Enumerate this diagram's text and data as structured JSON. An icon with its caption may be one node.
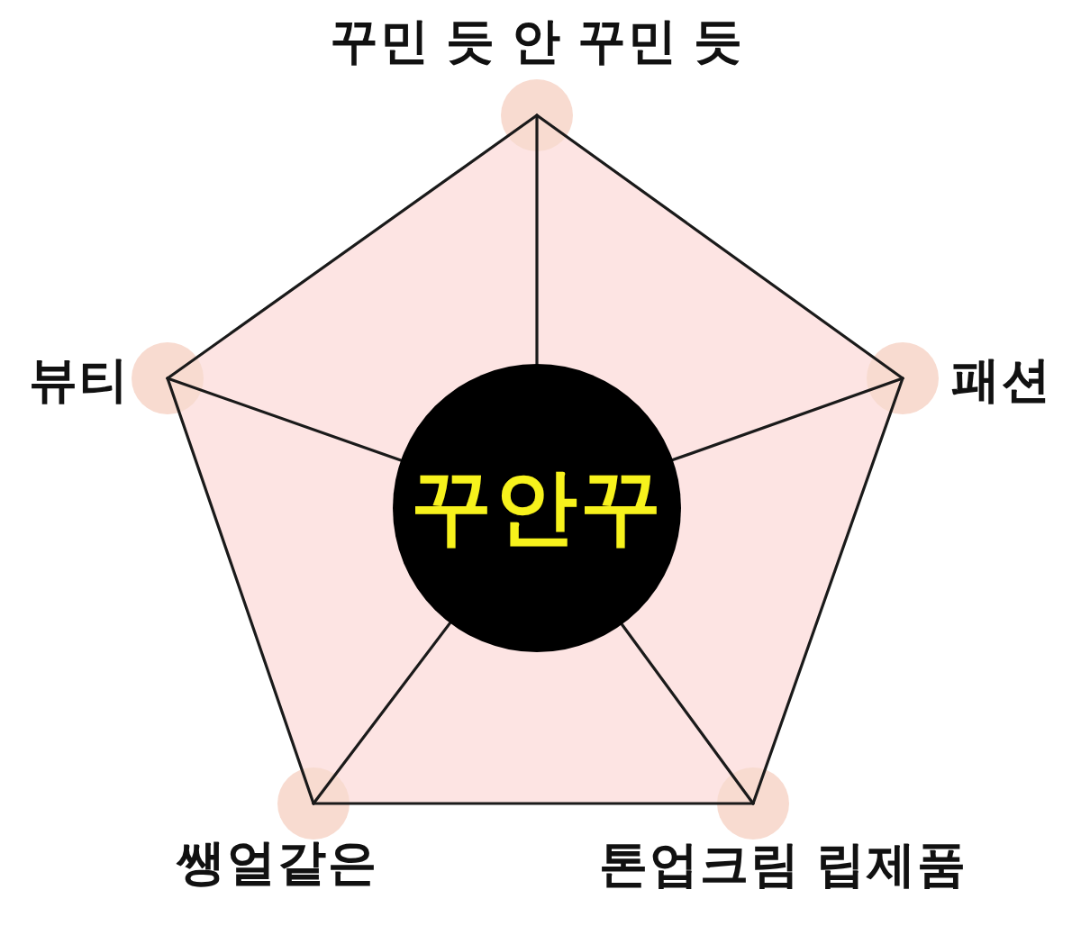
{
  "diagram": {
    "nodes": [
      {
        "text": [],
        "shape": "circle",
        "beside": [
          "꾸민 듯 안 꾸민 듯"
        ]
      },
      {
        "text": [],
        "shape": "circle",
        "beside": [
          "뷰티"
        ]
      },
      {
        "text": [],
        "shape": "circle",
        "beside": [
          "패션"
        ]
      },
      {
        "text": [
          "꾸안꾸"
        ]
      },
      {
        "text": [],
        "shape": "circle",
        "beside": [
          "쌩얼같은"
        ]
      },
      {
        "text": [],
        "shape": "circle",
        "beside": [
          "톤업크림 립제품"
        ]
      }
    ],
    "edges": [
      {
        "from": 3,
        "to": 0,
        "arrow": "none"
      },
      {
        "from": 3,
        "to": 2,
        "arrow": "none"
      },
      {
        "from": 3,
        "to": 5,
        "arrow": "none"
      },
      {
        "from": 3,
        "to": 4,
        "arrow": "none"
      },
      {
        "from": 3,
        "to": 1,
        "arrow": "none"
      },
      {
        "from": 0,
        "to": 2,
        "arrow": "none"
      },
      {
        "from": 2,
        "to": 5,
        "arrow": "none"
      },
      {
        "from": 5,
        "to": 4,
        "arrow": "none"
      },
      {
        "from": 4,
        "to": 1,
        "arrow": "none"
      },
      {
        "from": 1,
        "to": 0,
        "arrow": "none"
      }
    ]
  }
}
